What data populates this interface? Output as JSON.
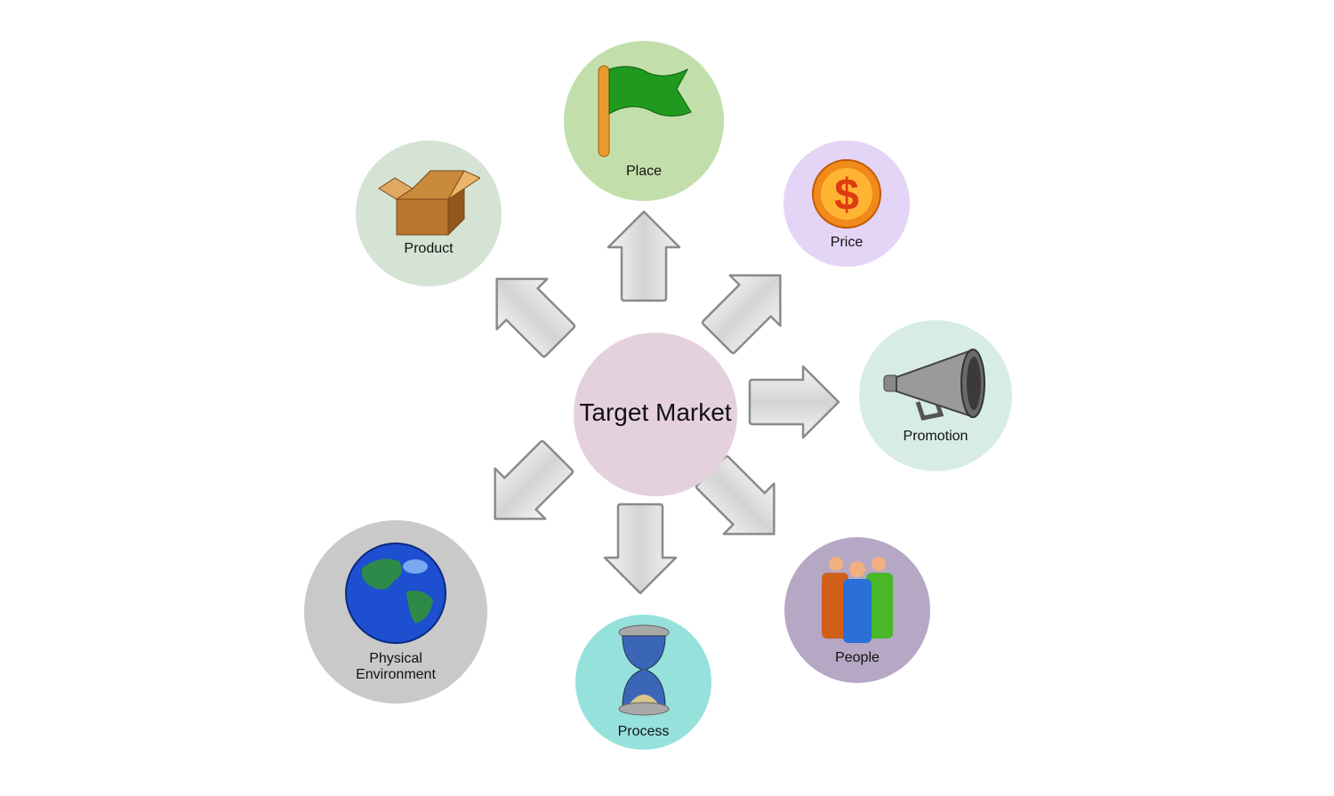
{
  "center": {
    "label": "Target Market",
    "color": "#e5d1de"
  },
  "nodes": [
    {
      "label": "Place",
      "icon": "flag-icon",
      "color": "#c2dfab"
    },
    {
      "label": "Product",
      "icon": "box-icon",
      "color": "#d4e3d4"
    },
    {
      "label": "Price",
      "icon": "dollar-coin-icon",
      "color": "#e4d4f6"
    },
    {
      "label": "Promotion",
      "icon": "megaphone-icon",
      "color": "#d7ece5"
    },
    {
      "label": "People",
      "icon": "people-icon",
      "color": "#b6a7c5"
    },
    {
      "label": "Process",
      "icon": "hourglass-icon",
      "color": "#97e1dc"
    },
    {
      "label": "Physical Environment",
      "label_line1": "Physical",
      "label_line2": "Environment",
      "icon": "globe-icon",
      "color": "#c9c9c9"
    }
  ]
}
